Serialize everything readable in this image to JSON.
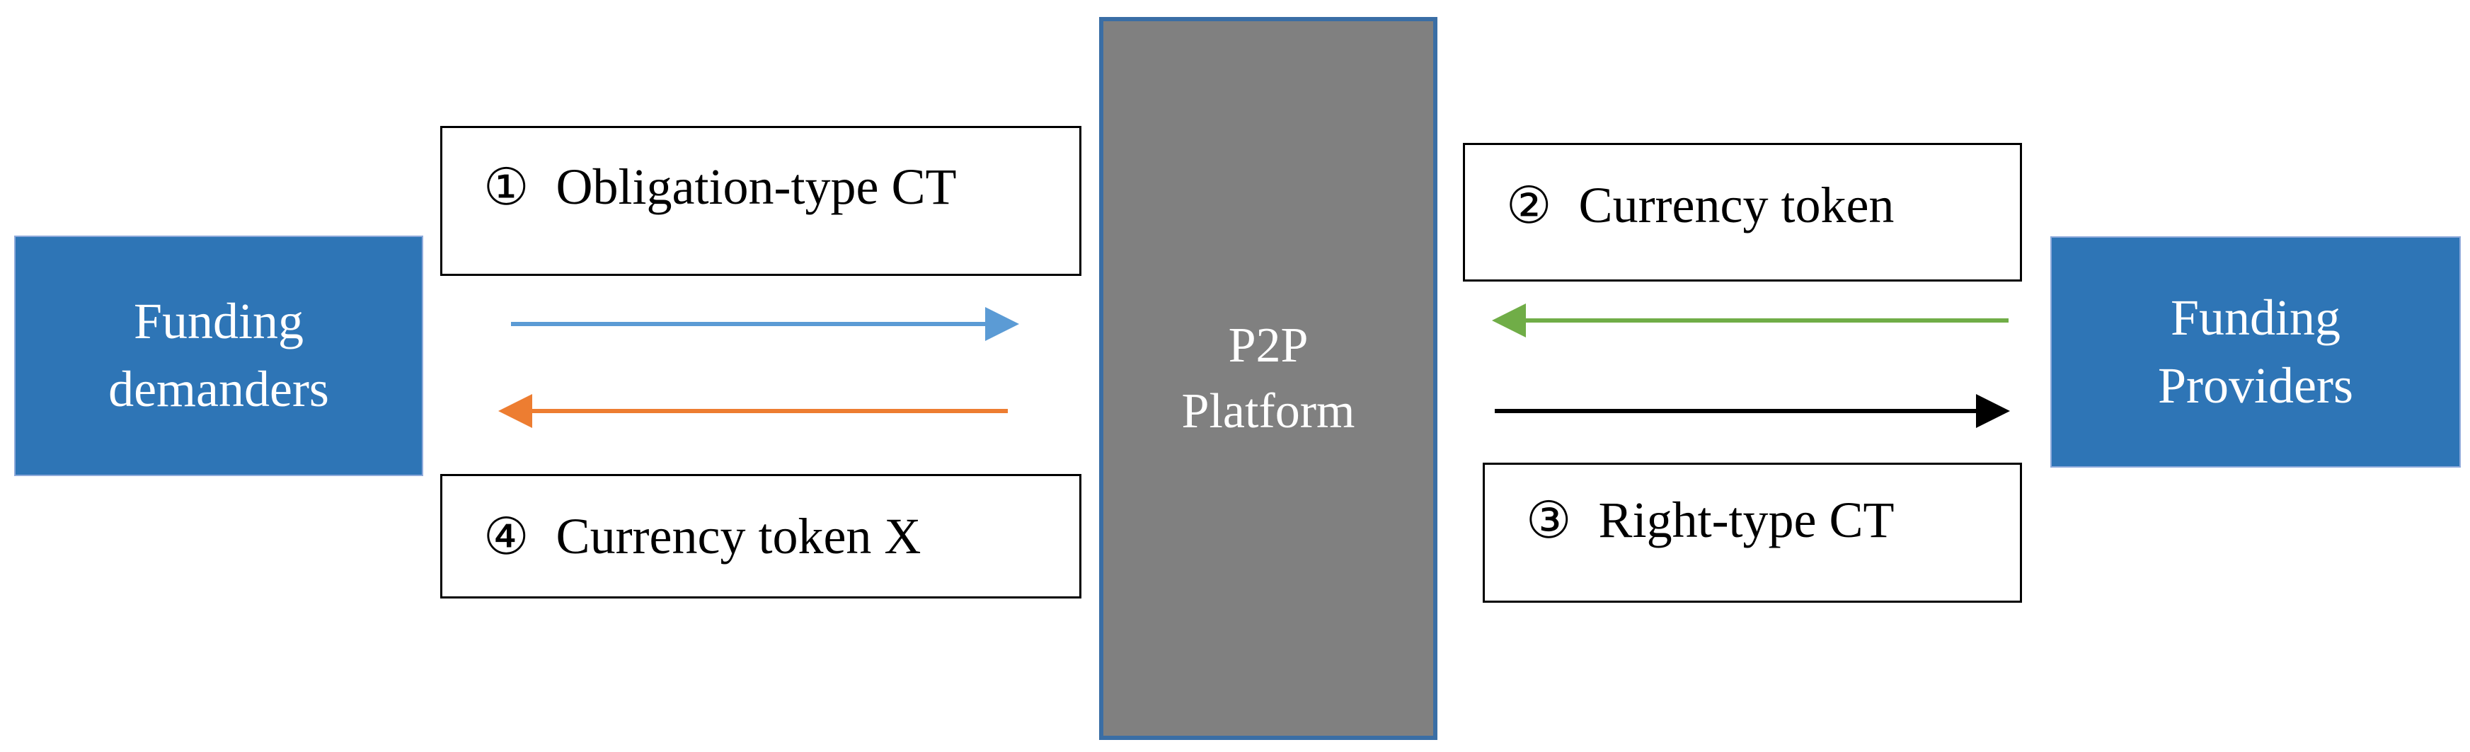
{
  "nodes": {
    "left": {
      "line1": "Funding",
      "line2": "demanders",
      "color": "#2e75b6"
    },
    "center": {
      "line1": "P2P",
      "line2": "Platform",
      "color": "#808080",
      "border_color": "#3a6ea5"
    },
    "right": {
      "line1": "Funding",
      "line2": "Providers",
      "color": "#2e75b6"
    }
  },
  "labels": {
    "obligation": {
      "number": "①",
      "text": "Obligation-type CT"
    },
    "currency_token": {
      "number": "②",
      "text": "Currency token"
    },
    "right_type": {
      "number": "③",
      "text": "Right-type CT"
    },
    "currency_token_x": {
      "number": "④",
      "text": "Currency token X"
    }
  },
  "arrows": {
    "obligation_flow": {
      "direction": "right",
      "color": "#5b9bd5"
    },
    "currency_x_flow": {
      "direction": "left",
      "color": "#ed7d31"
    },
    "currency_flow": {
      "direction": "left",
      "color": "#70ad47"
    },
    "right_type_flow": {
      "direction": "right",
      "color": "#000000"
    }
  }
}
